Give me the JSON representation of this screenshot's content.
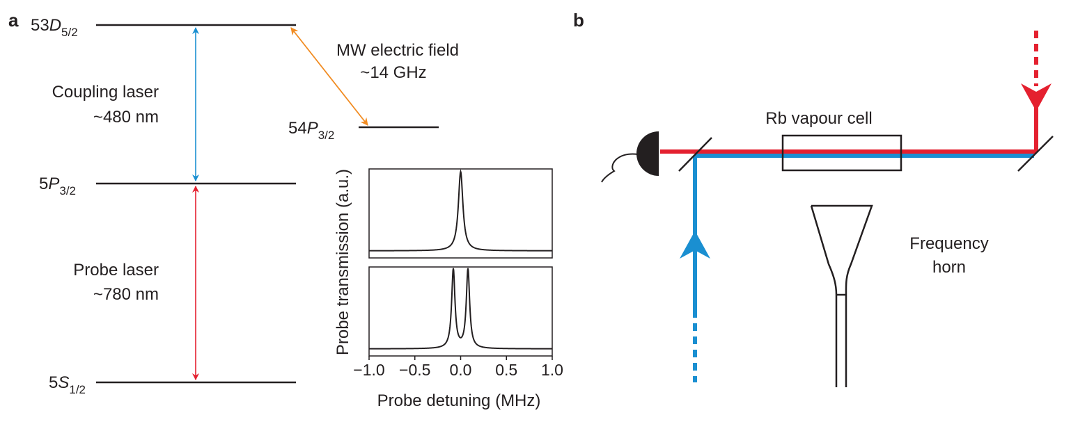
{
  "panel_a": {
    "letter": "a",
    "levels": [
      {
        "id": "53d",
        "base": "53",
        "italic": "D",
        "sub": "5/2"
      },
      {
        "id": "54p",
        "base": "54",
        "italic": "P",
        "sub": "3/2"
      },
      {
        "id": "5p",
        "base": "5",
        "italic": "P",
        "sub": "3/2"
      },
      {
        "id": "5s",
        "base": "5",
        "italic": "S",
        "sub": "1/2"
      }
    ],
    "coupling": {
      "line1": "Coupling laser",
      "line2": "~480 nm",
      "color": "#1a8fd1"
    },
    "probe": {
      "line1": "Probe laser",
      "line2": "~780 nm",
      "color": "#e4202f"
    },
    "mw": {
      "line1": "MW electric field",
      "line2": "~14 GHz",
      "color": "#f18c22"
    }
  },
  "inset": {
    "ylabel": "Probe transmission (a.u.)",
    "xlabel": "Probe detuning (MHz)",
    "ticks": [
      "−1.0",
      "−0.5",
      "0.0",
      "0.5",
      "1.0"
    ]
  },
  "chart_data": {
    "type": "line",
    "xlabel": "Probe detuning (MHz)",
    "ylabel": "Probe transmission (a.u.)",
    "xlim": [
      -1.0,
      1.0
    ],
    "xticks": [
      -1.0,
      -0.5,
      0.0,
      0.5,
      1.0
    ],
    "panels": [
      {
        "peaks": [
          0.0
        ],
        "width": 0.03,
        "baseline": 0.08,
        "height": 0.97
      },
      {
        "peaks": [
          -0.08,
          0.08
        ],
        "width": 0.022,
        "baseline": 0.08,
        "height": 0.97
      }
    ]
  },
  "panel_b": {
    "letter": "b",
    "cell_label": "Rb vapour cell",
    "horn_line1": "Frequency",
    "horn_line2": "horn",
    "red": "#e4202f",
    "blue": "#1a8fd1"
  }
}
